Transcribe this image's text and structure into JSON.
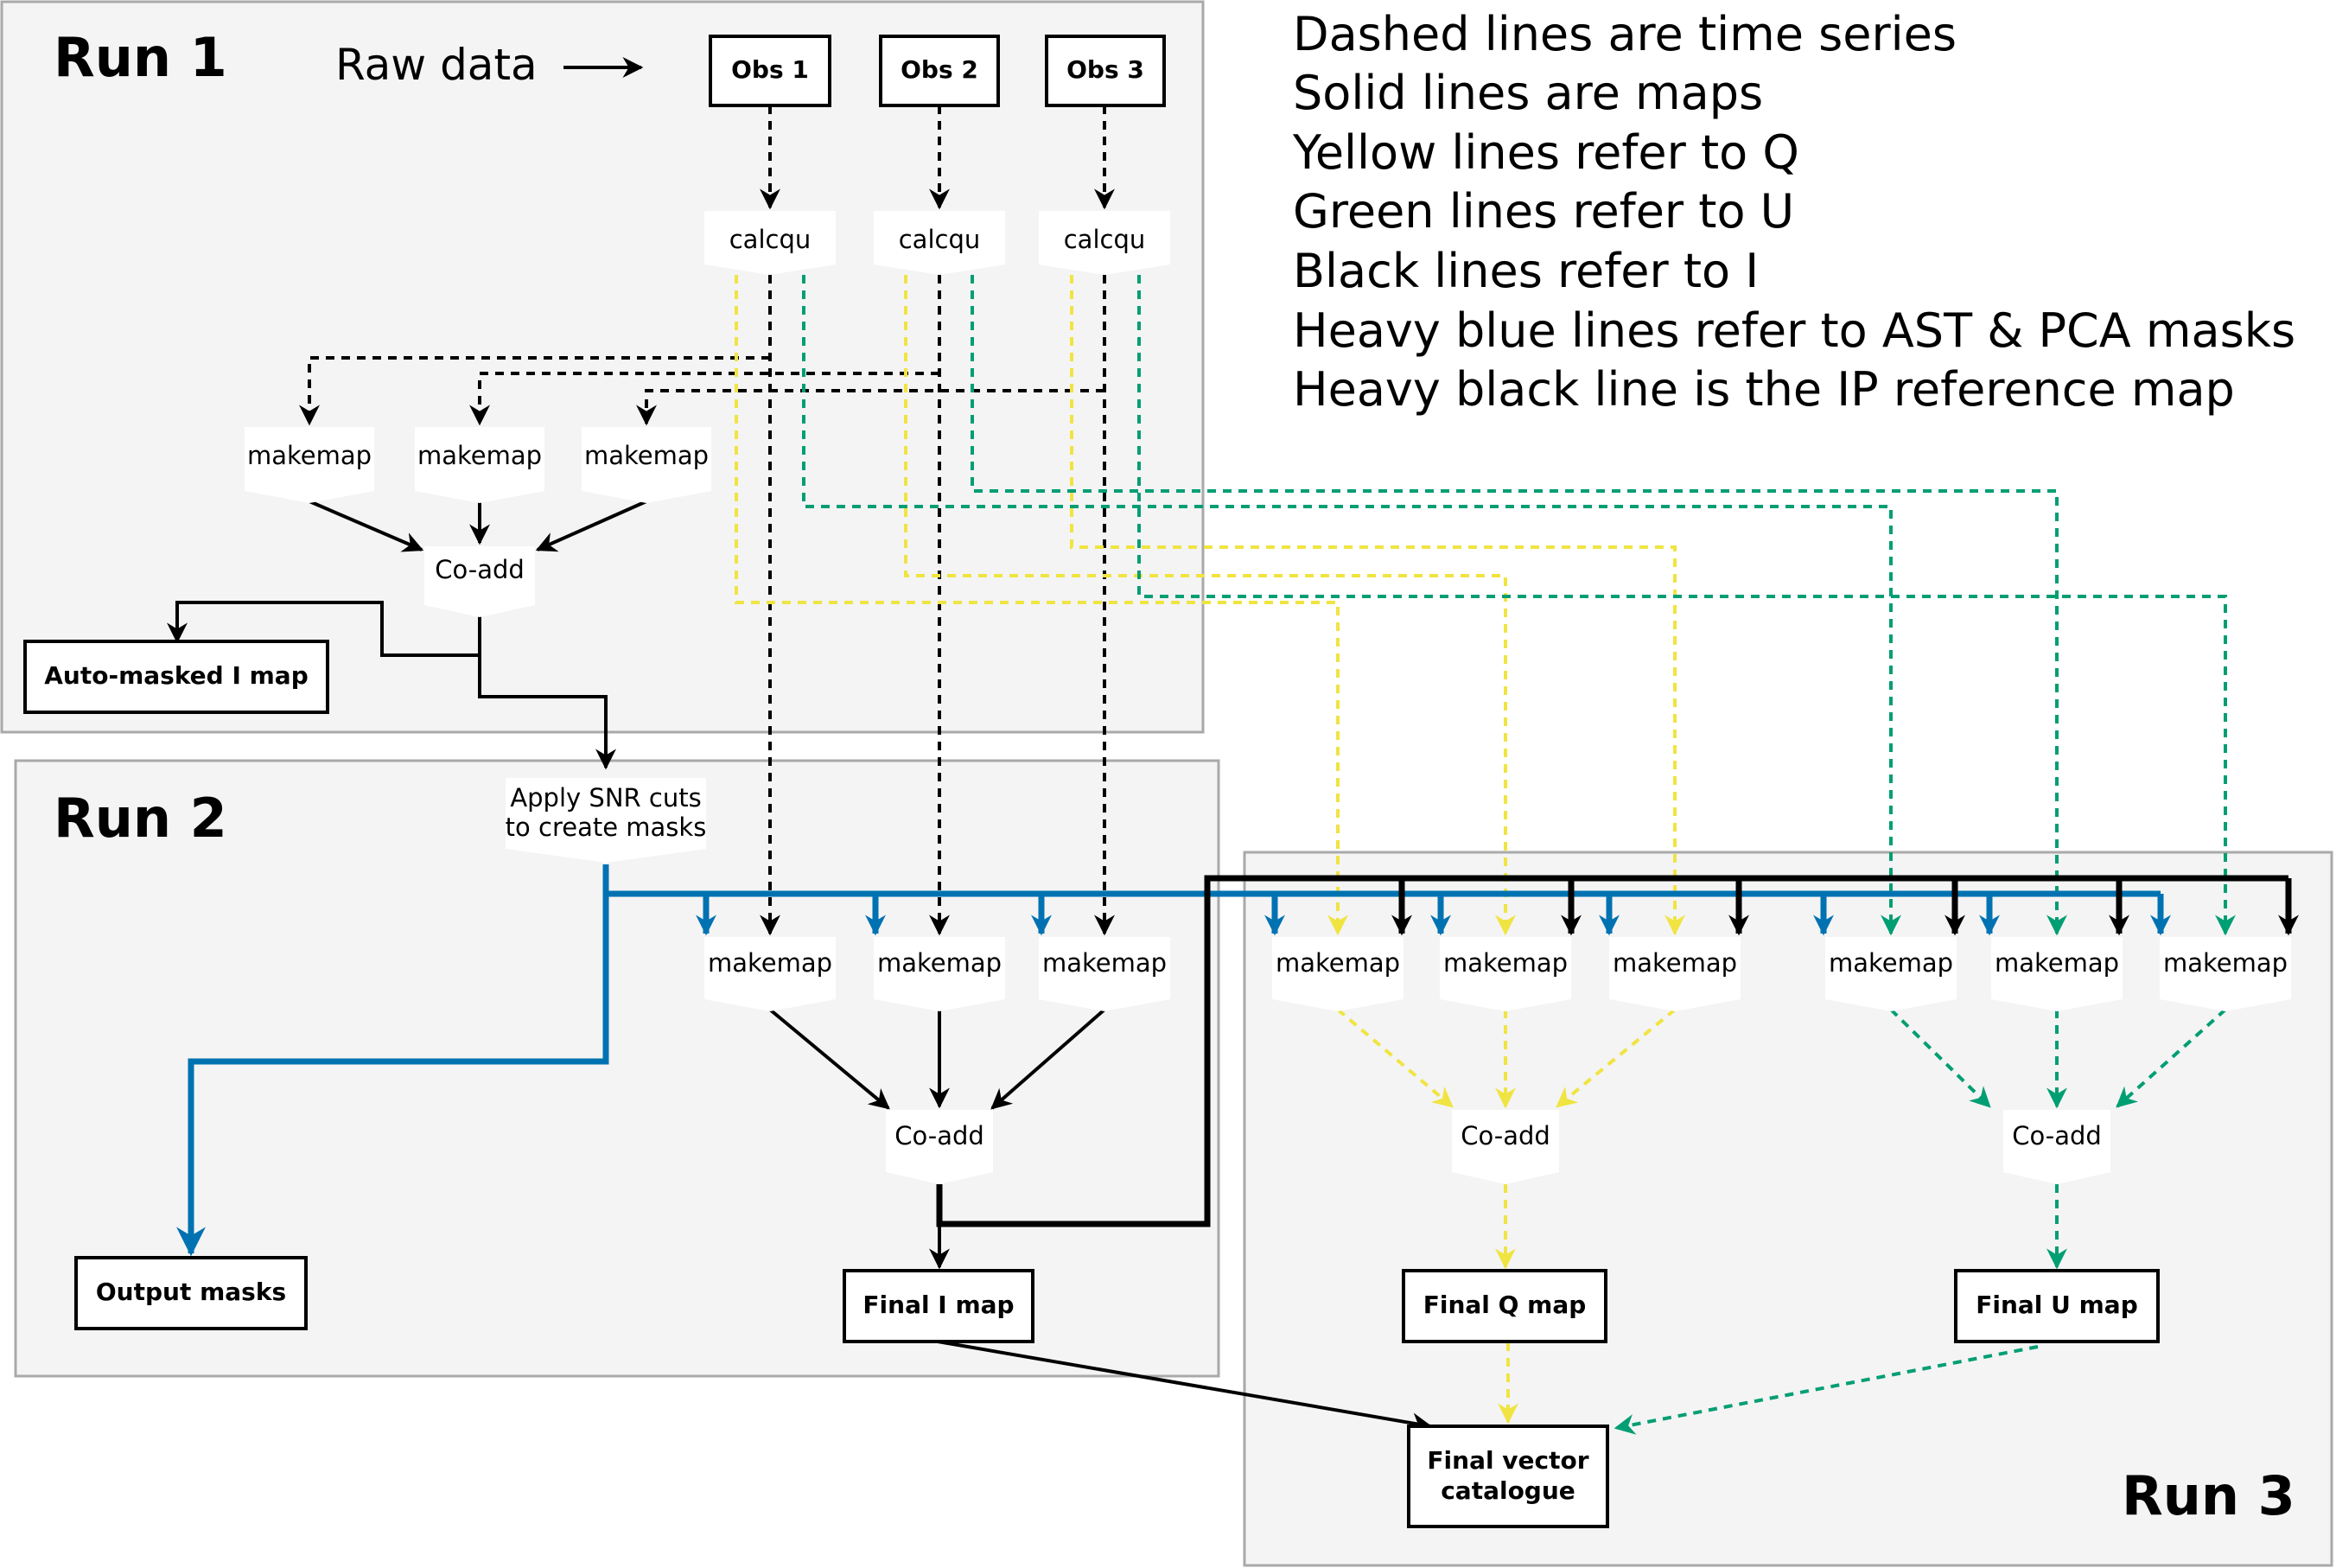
{
  "runs": {
    "run1": "Run 1",
    "run2": "Run 2",
    "run3": "Run 3"
  },
  "raw_data_label": "Raw data",
  "legend": [
    "Dashed lines are time series",
    "Solid lines are maps",
    "Yellow lines refer to Q",
    "Green lines refer to U",
    "Black lines refer to I",
    "Heavy blue lines refer to AST & PCA masks",
    "Heavy black line is the IP reference map"
  ],
  "observations": [
    "Obs 1",
    "Obs 2",
    "Obs 3"
  ],
  "processes": {
    "calcqu": "calcqu",
    "makemap": "makemap",
    "coadd": "Co-add",
    "snr_line1": "Apply SNR cuts",
    "snr_line2": "to create masks"
  },
  "outputs": {
    "auto_masked": "Auto-masked I map",
    "output_masks": "Output masks",
    "final_i": "Final I map",
    "final_q": "Final Q map",
    "final_u": "Final U map",
    "vector_line1": "Final vector",
    "vector_line2": "catalogue"
  },
  "colors": {
    "q_yellow": "#f0e442",
    "u_green": "#009e73",
    "mask_blue": "#0072b2",
    "i_black": "#000000",
    "panel_fill": "#f4f4f4",
    "panel_border": "#a9a9a9"
  }
}
